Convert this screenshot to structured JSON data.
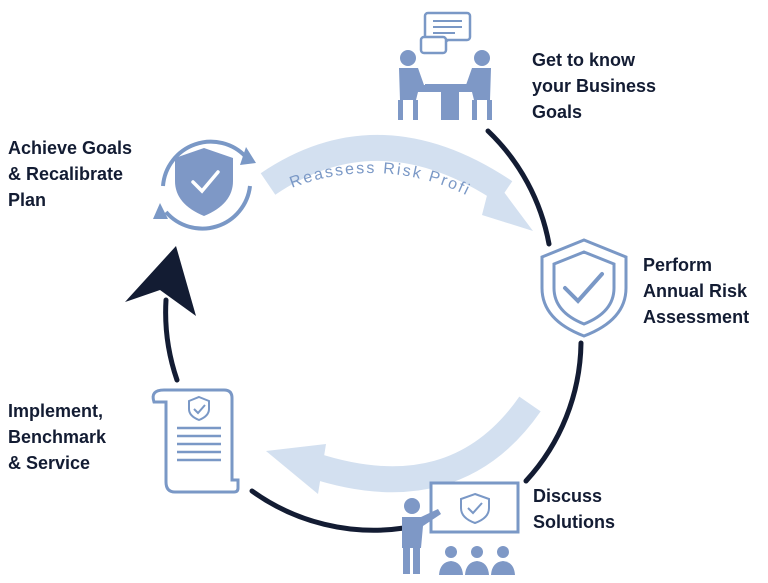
{
  "steps": {
    "goals": "Get to know\nyour Business\nGoals",
    "assessment": "Perform\nAnnual Risk\nAssessment",
    "solutions": "Discuss\nSolutions",
    "implement": "Implement,\nBenchmark\n& Service",
    "achieve": "Achieve Goals\n& Recalibrate\nPlan"
  },
  "cycle_label": "Reassess Risk Profile",
  "colors": {
    "dark": "#131c33",
    "accent": "#7493c3",
    "light_arrow": "#d3e0f0",
    "icon_fill": "#7e98c6"
  },
  "icons": {
    "goals": "meeting-chat-icon",
    "assessment": "shield-check-icon",
    "solutions": "presentation-audience-icon",
    "implement": "document-scroll-icon",
    "achieve": "shield-recalibrate-icon"
  }
}
